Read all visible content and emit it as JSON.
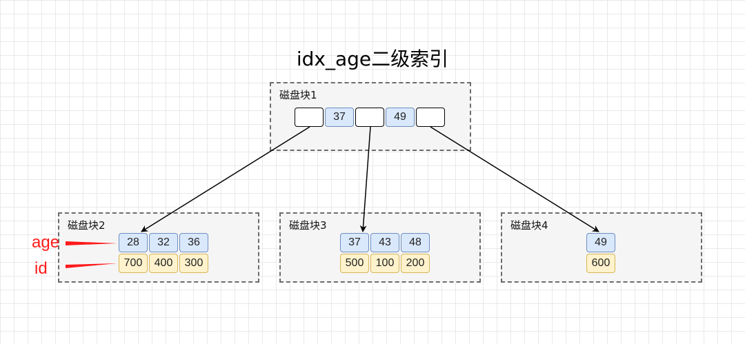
{
  "title": "idx_age二级索引",
  "root": {
    "label": "磁盘块1",
    "keys": [
      "37",
      "49"
    ]
  },
  "leaves": [
    {
      "label": "磁盘块2",
      "ages": [
        "28",
        "32",
        "36"
      ],
      "ids": [
        "700",
        "400",
        "300"
      ]
    },
    {
      "label": "磁盘块3",
      "ages": [
        "37",
        "43",
        "48"
      ],
      "ids": [
        "500",
        "100",
        "200"
      ]
    },
    {
      "label": "磁盘块4",
      "ages": [
        "49"
      ],
      "ids": [
        "600"
      ]
    }
  ],
  "side_labels": {
    "age": "age",
    "id": "id"
  },
  "colors": {
    "key_fill": "#dae8fc",
    "key_border": "#6c8ebf",
    "id_fill": "#fff2cc",
    "id_border": "#d6b656",
    "annotation": "#ff1a1a"
  }
}
